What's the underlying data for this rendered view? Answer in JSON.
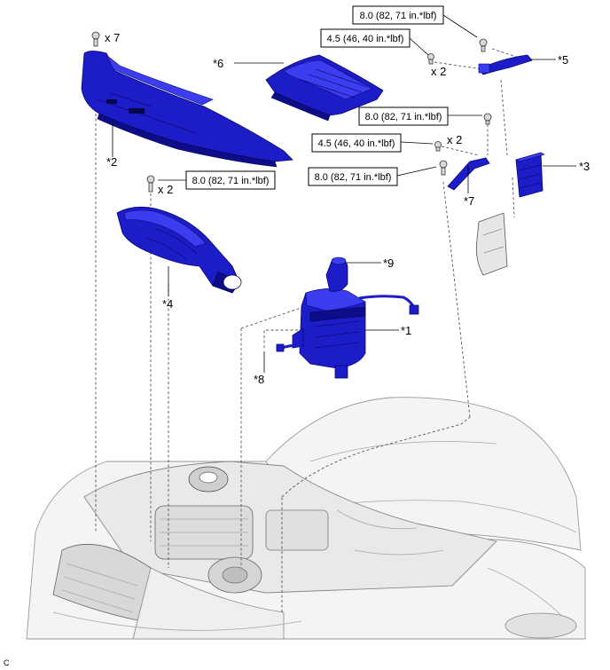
{
  "callouts": {
    "c1": "*1",
    "c2": "*2",
    "c3": "*3",
    "c4": "*4",
    "c5": "*5",
    "c6": "*6",
    "c7": "*7",
    "c8": "*8",
    "c9": "*9"
  },
  "torques": {
    "t1": "8.0 (82, 71 in.*lbf)",
    "t2": "4.5 (46, 40 in.*lbf)",
    "t3": "8.0 (82, 71 in.*lbf)",
    "t4": "4.5 (46, 40 in.*lbf)",
    "t5": "8.0 (82, 71 in.*lbf)",
    "t6": "8.0 (82, 71 in.*lbf)"
  },
  "quantities": {
    "q1": "x 7",
    "q2": "x 2",
    "q3": "x 2",
    "q4": "x 2"
  },
  "corner_code": "C",
  "colors": {
    "part": "#1c1cc8",
    "line": "#000000"
  }
}
